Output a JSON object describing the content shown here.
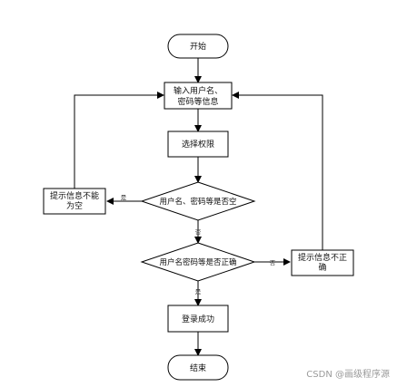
{
  "nodes": {
    "start": "开始",
    "input_line1": "输入用户名、",
    "input_line2": "密码等信息",
    "select_role": "选择权限",
    "check_empty": "用户名、密码等是否空",
    "check_correct": "用户名密码等是否正确",
    "empty_msg_line1": "提示信息不能",
    "empty_msg_line2": "为空",
    "wrong_msg_line1": "提示信息不正",
    "wrong_msg_line2": "确",
    "login_ok": "登录成功",
    "end": "结束"
  },
  "edges": {
    "yes": "是",
    "no": "否"
  },
  "watermark": "CSDN @画级程序源"
}
